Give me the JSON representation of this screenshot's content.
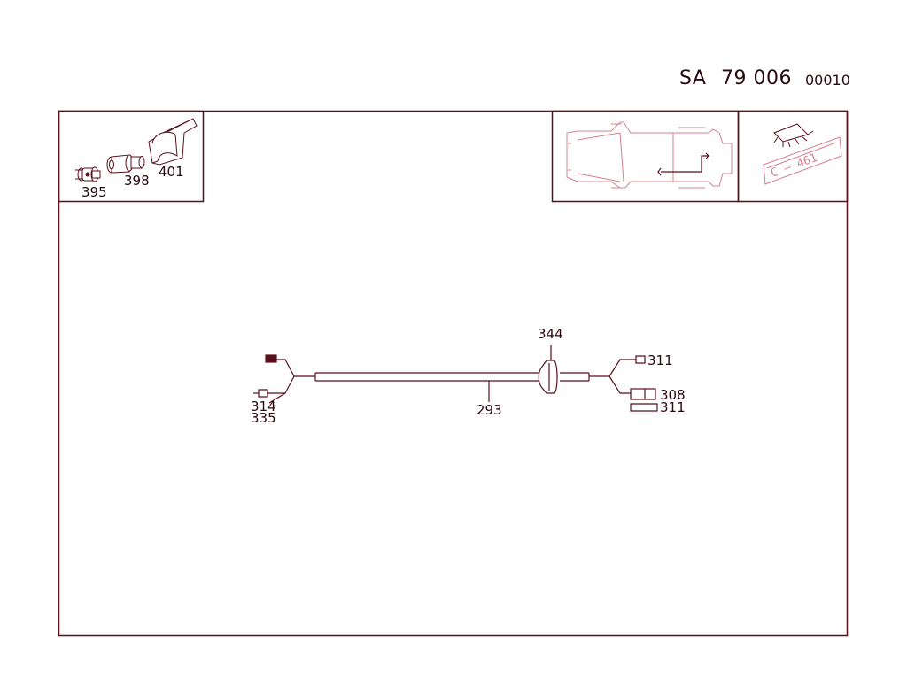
{
  "header": {
    "prefix": "SA",
    "group_number": "79 006",
    "sheet_number": "00010"
  },
  "inset_parts": {
    "label_395": "395",
    "label_398": "398",
    "label_401": "401"
  },
  "inset_location": {
    "plate_text": "C — 461"
  },
  "main_diagram": {
    "label_344": "344",
    "label_311_top": "311",
    "label_308": "308",
    "label_311_bottom": "311",
    "label_314": "314",
    "label_335": "335",
    "label_293": "293"
  },
  "colors": {
    "line": "#5a0f1c",
    "faint_line": "#d8808f",
    "text": "#2a0a0e"
  }
}
